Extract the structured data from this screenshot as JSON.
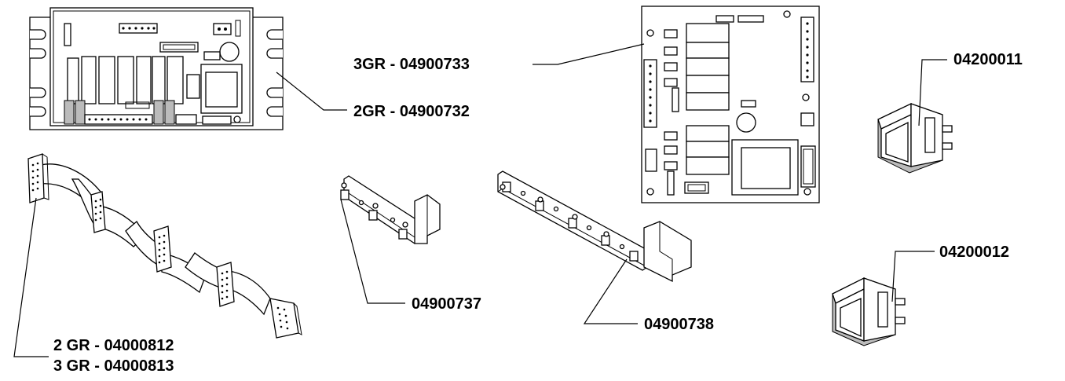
{
  "labels": {
    "board_2gr": "2GR - 04900732",
    "board_3gr": "3GR - 04900733",
    "switch_1": "04200011",
    "switch_2": "04200012",
    "button_panel_3": "04900737",
    "button_panel_5": "04900738",
    "cable_2gr": "2 GR - 04000812",
    "cable_3gr": "3 GR - 04000813"
  },
  "colors": {
    "line": "#000000",
    "background": "#ffffff",
    "shade": "#bbbbbb"
  }
}
